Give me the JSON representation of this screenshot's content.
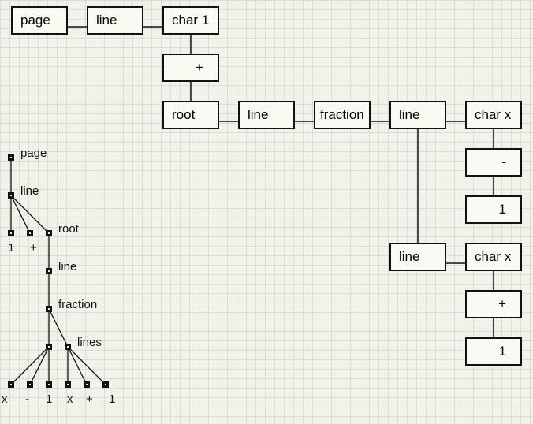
{
  "boxes": {
    "page": "page",
    "line1": "line",
    "char1": "char 1",
    "plus1": "+",
    "root": "root",
    "line2": "line",
    "fraction": "fraction",
    "line3": "line",
    "charx1": "char x",
    "minus": "-",
    "one1": "1",
    "line4": "line",
    "charx2": "char x",
    "plus2": "+",
    "one2": "1"
  },
  "tree": {
    "page": "page",
    "line": "line",
    "leaf_1": "1",
    "leaf_plus": "+",
    "root": "root",
    "line2": "line",
    "fraction": "fraction",
    "lines": "lines",
    "leaf_x1": "x",
    "leaf_minus": "-",
    "leaf_11": "1",
    "leaf_x2": "x",
    "leaf_plus2": "+",
    "leaf_12": "1"
  }
}
